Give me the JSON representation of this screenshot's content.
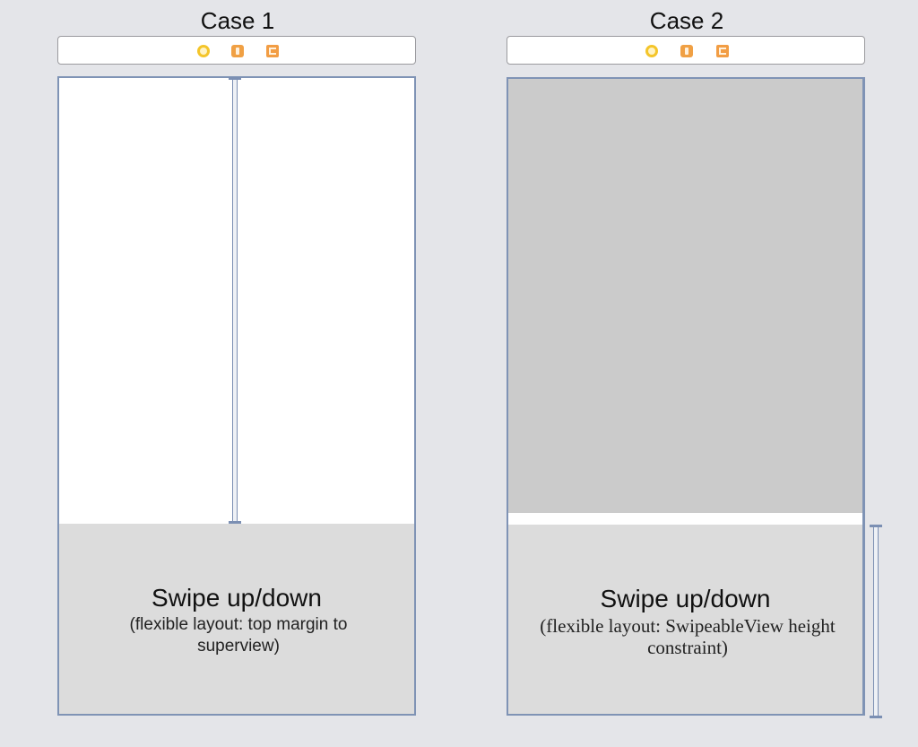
{
  "cases": [
    {
      "title": "Case 1",
      "swipe_title": "Swipe up/down",
      "swipe_subtitle": "(flexible layout: top margin to superview)"
    },
    {
      "title": "Case 2",
      "swipe_title": "Swipe up/down",
      "swipe_subtitle": "(flexible layout: SwipeableView height constraint)"
    }
  ],
  "dock_icons": [
    "view-controller-icon",
    "first-responder-icon",
    "exit-icon"
  ],
  "colors": {
    "background": "#e4e5e9",
    "swipeable_view": "#dcdcdc",
    "case2_top_area": "#cbcbcb",
    "constraint": "#7b8fb3",
    "view_controller_icon": "#f4c52a",
    "first_responder_icon": "#f0a044"
  }
}
